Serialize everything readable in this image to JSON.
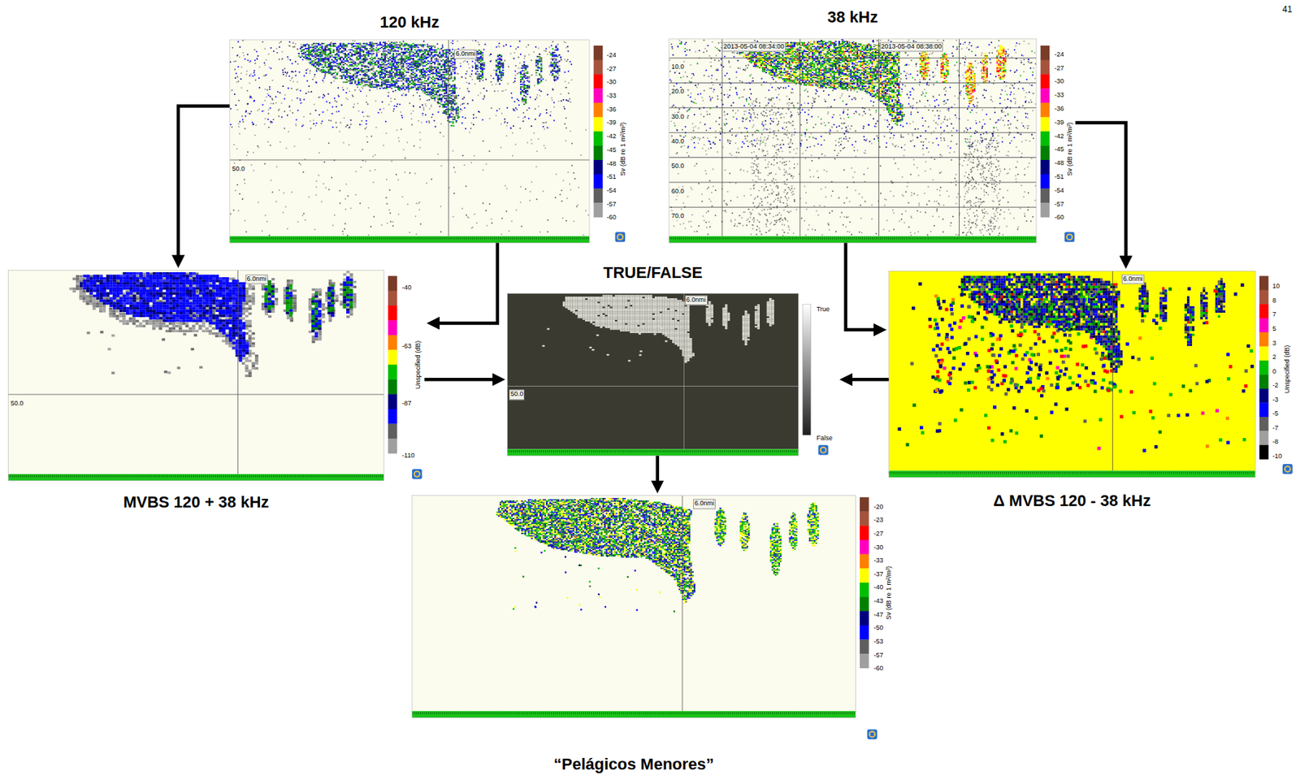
{
  "diagram": {
    "nodes": [
      {
        "text": [
          "120 kHz"
        ]
      },
      {
        "text": [
          "38 kHz"
        ]
      },
      {
        "text": [
          "MVBS 120 + 38 kHz"
        ]
      },
      {
        "text": [
          "TRUE/FALSE"
        ]
      },
      {
        "text": [
          "Δ MVBS 120 - 38 kHz"
        ]
      },
      {
        "text": [
          "“Pelágicos Menores”"
        ]
      }
    ],
    "edges": [
      {
        "from": 0,
        "to": 2,
        "arrow": "to"
      },
      {
        "from": 0,
        "to": 2,
        "arrow": "to"
      },
      {
        "from": 1,
        "to": 4,
        "arrow": "to"
      },
      {
        "from": 1,
        "to": 4,
        "arrow": "to"
      },
      {
        "from": 2,
        "to": 3,
        "arrow": "to"
      },
      {
        "from": 4,
        "to": 3,
        "arrow": "to"
      },
      {
        "from": 3,
        "to": 5,
        "arrow": "to"
      }
    ],
    "labels": [
      "41",
      "6.0nmi",
      "50.0",
      "-24",
      "-27",
      "-30",
      "-33",
      "-36",
      "-39",
      "-42",
      "-45",
      "-48",
      "-51",
      "-54",
      "-57",
      "-60",
      "Sv (dB re 1 m²/m³)",
      "2013-05-04 08:34:00",
      "2013-05-04 08:38:00",
      "10.0",
      "20.0",
      "30.0",
      "40.0",
      "50.0",
      "60.0",
      "70.0",
      "-24",
      "-27",
      "-30",
      "-33",
      "-36",
      "-39",
      "-42",
      "-45",
      "-48",
      "-51",
      "-54",
      "-57",
      "-60",
      "Sv (dB re 1 m²/m³)",
      "6.0nmi",
      "50.0",
      "-40",
      "-63",
      "-87",
      "-110",
      "Unspecified (dB)",
      "6.0nmi",
      "50.0",
      "True",
      "False",
      "6.0nmi",
      "10",
      "8",
      "7",
      "5",
      "3",
      "2",
      "0",
      "-2",
      "-3",
      "-5",
      "-7",
      "-8",
      "-10",
      "Unspecified (dB)",
      "6.0nmi",
      "-20",
      "-23",
      "-27",
      "-30",
      "-33",
      "-37",
      "-40",
      "-43",
      "-47",
      "-50",
      "-53",
      "-57",
      "-60",
      "Sv (dB re 1 m²/m³)"
    ]
  }
}
